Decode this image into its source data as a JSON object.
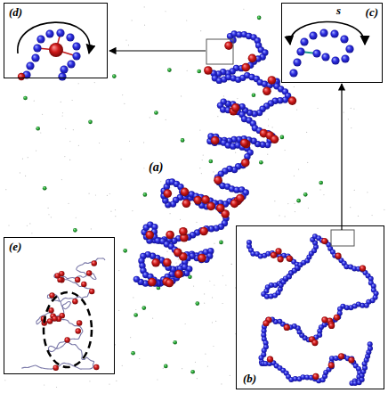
{
  "diagram": {
    "nodes": [
      {
        "text": [
          "(d)"
        ]
      },
      {
        "text": [
          "(c)",
          "s"
        ]
      },
      {
        "text": [
          "(e)"
        ]
      },
      {
        "text": [
          "(b)"
        ]
      }
    ],
    "edges": [
      {
        "from": 3,
        "to": 1,
        "arrow": "to"
      }
    ],
    "labels": [
      "(a)"
    ]
  }
}
